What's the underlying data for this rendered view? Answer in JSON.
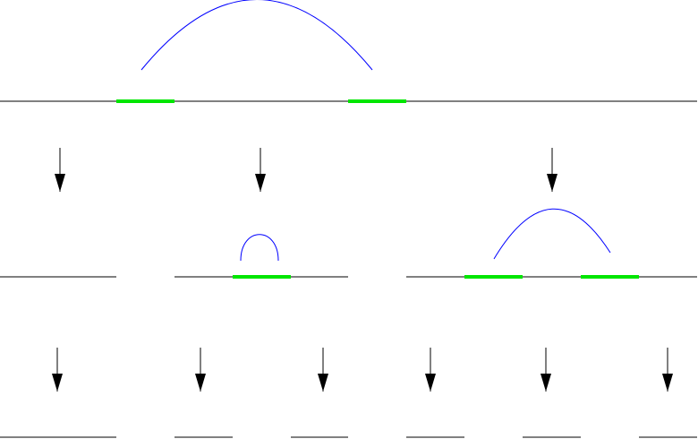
{
  "diagram": {
    "colors": {
      "segment": "#000000",
      "highlight": "#00e600",
      "arc": "#0000ff",
      "arrow": "#000000",
      "background": "#ffffff"
    },
    "levels": [
      {
        "level": 0,
        "segments": 1,
        "highlights": 2,
        "arcs": 1
      },
      {
        "level": 1,
        "segments": 3,
        "highlights": 3,
        "arcs": 2
      },
      {
        "level": 2,
        "segments": 6,
        "highlights": 0,
        "arcs": 0
      }
    ],
    "arrow_count": 9
  }
}
